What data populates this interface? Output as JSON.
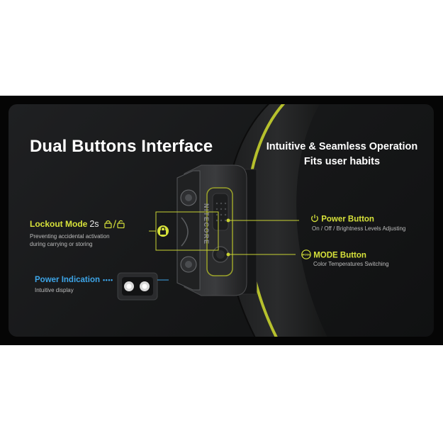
{
  "headline": "Dual Buttons Interface",
  "subheadline": {
    "line1": "Intuitive & Seamless Operation",
    "line2": "Fits user habits"
  },
  "lockout": {
    "title": "Lockout Mode",
    "time": "2s",
    "description_line1": "Preventing accidental activation",
    "description_line2": "during carrying or storing"
  },
  "power_indication": {
    "title": "Power Indication",
    "dots": "••••",
    "description": "Intuitive display"
  },
  "power_button": {
    "title": "Power Button",
    "description": "On / Off / Brightness Levels Adjusting"
  },
  "mode_button": {
    "title": "MODE Button",
    "description": "Color Temperatures Switching",
    "icon_text": "MODE"
  },
  "device": {
    "brand": "NITECORE"
  },
  "colors": {
    "accent_yellow": "#d7e23a",
    "accent_blue": "#3da5e8",
    "panel_bg": "#1a1b1c"
  },
  "icons": {
    "lock": "lock-icon",
    "power": "power-icon",
    "mode": "mode-icon",
    "shield": "shield-lock-icon"
  }
}
